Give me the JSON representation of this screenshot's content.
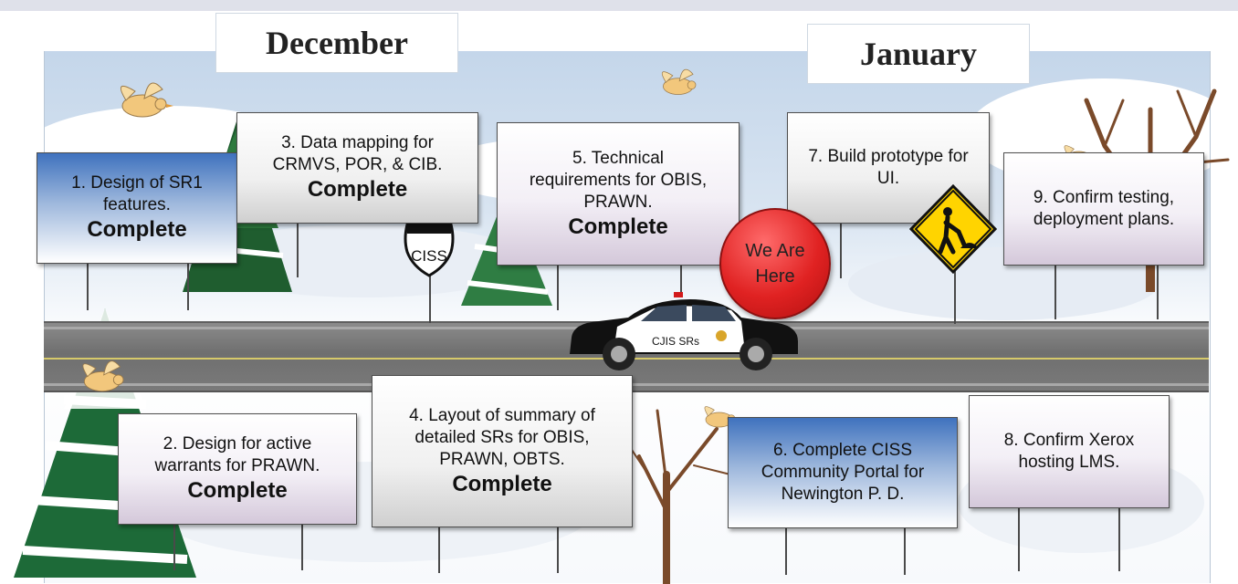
{
  "months": {
    "december": "December",
    "january": "January"
  },
  "signs": {
    "s1": {
      "text": "1. Design of SR1 features.",
      "status": "Complete"
    },
    "s2": {
      "text": "2. Design for active warrants for PRAWN.",
      "status": "Complete"
    },
    "s3": {
      "text": "3. Data mapping for CRMVS, POR, & CIB.",
      "status": "Complete"
    },
    "s4": {
      "text": "4. Layout of summary of detailed SRs for OBIS, PRAWN, OBTS.",
      "status": "Complete"
    },
    "s5": {
      "text": "5. Technical requirements for OBIS, PRAWN.",
      "status": "Complete"
    },
    "s6": {
      "text": "6. Complete CISS Community Portal for Newington P. D."
    },
    "s7": {
      "text": "7. Build prototype for UI."
    },
    "s8": {
      "text": "8. Confirm Xerox hosting LMS."
    },
    "s9": {
      "text": "9. Confirm testing, deployment plans."
    }
  },
  "here": "We Are Here",
  "shield": "CISS",
  "car": "CJIS SRs",
  "colors": {
    "blue_sign": "#3f72be",
    "here_red": "#e02222",
    "road": "#7a7a7a",
    "worker_sign": "#ffd400"
  },
  "icons": [
    "dove-icon",
    "pine-tree-icon",
    "bare-tree-icon",
    "police-car-icon",
    "road-shield-icon",
    "road-work-sign-icon"
  ]
}
